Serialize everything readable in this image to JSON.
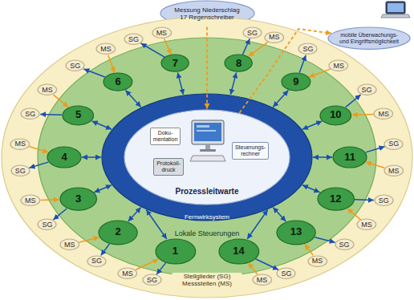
{
  "diagram": {
    "nodes": [
      {
        "text": [
          "Messung Niederschlag 17 Regenschreiber"
        ]
      },
      {
        "text": [
          "mobile Überwachungs- und Eingriffsmöglichkeit"
        ]
      },
      {
        "text": [
          "Stellglieder (SG) Messstellen (MS)"
        ]
      },
      {
        "text": [
          "Lokale Steuerungen"
        ],
        "in": 2
      },
      {
        "text": [
          "Fernwirksystem"
        ],
        "in": 3
      },
      {
        "text": [
          "Prozessleitwarte"
        ],
        "in": 4
      },
      {
        "text": [
          "Doku- mentation"
        ],
        "in": 5
      },
      {
        "text": [
          "Protokoll- druck"
        ],
        "in": 5
      },
      {
        "text": [
          "Steuerungs- rechner"
        ],
        "in": 5
      },
      {
        "text": [
          "1"
        ],
        "in": 3
      },
      {
        "text": [
          "2"
        ],
        "in": 3
      },
      {
        "text": [
          "3"
        ],
        "in": 3
      },
      {
        "text": [
          "4"
        ],
        "in": 3
      },
      {
        "text": [
          "5"
        ],
        "in": 3
      },
      {
        "text": [
          "6"
        ],
        "in": 3
      },
      {
        "text": [
          "7"
        ],
        "in": 3
      },
      {
        "text": [
          "8"
        ],
        "in": 3
      },
      {
        "text": [
          "9"
        ],
        "in": 3
      },
      {
        "text": [
          "10"
        ],
        "in": 3
      },
      {
        "text": [
          "11"
        ],
        "in": 3
      },
      {
        "text": [
          "12"
        ],
        "in": 3
      },
      {
        "text": [
          "13"
        ],
        "in": 3
      },
      {
        "text": [
          "14"
        ],
        "in": 3
      },
      {
        "text": [
          "SG"
        ],
        "in": 2
      },
      {
        "text": [
          "MS"
        ],
        "in": 2
      },
      {
        "text": [
          "SG"
        ],
        "in": 2
      },
      {
        "text": [
          "MS"
        ],
        "in": 2
      },
      {
        "text": [
          "SG"
        ],
        "in": 2
      },
      {
        "text": [
          "MS"
        ],
        "in": 2
      },
      {
        "text": [
          "SG"
        ],
        "in": 2
      },
      {
        "text": [
          "MS"
        ],
        "in": 2
      },
      {
        "text": [
          "SG"
        ],
        "in": 2
      },
      {
        "text": [
          "MS"
        ],
        "in": 2
      },
      {
        "text": [
          "SG"
        ],
        "in": 2
      },
      {
        "text": [
          "MS"
        ],
        "in": 2
      },
      {
        "text": [
          "SG"
        ],
        "in": 2
      },
      {
        "text": [
          "MS"
        ],
        "in": 2
      },
      {
        "text": [
          "SG"
        ],
        "in": 2
      },
      {
        "text": [
          "MS"
        ],
        "in": 2
      },
      {
        "text": [
          "SG"
        ],
        "in": 2
      },
      {
        "text": [
          "MS"
        ],
        "in": 2
      },
      {
        "text": [
          "SG"
        ],
        "in": 2
      },
      {
        "text": [
          "MS"
        ],
        "in": 2
      },
      {
        "text": [
          "SG"
        ],
        "in": 2
      },
      {
        "text": [
          "MS"
        ],
        "in": 2
      },
      {
        "text": [
          "SG"
        ],
        "in": 2
      },
      {
        "text": [
          "MS"
        ],
        "in": 2
      },
      {
        "text": [
          "SG"
        ],
        "in": 2
      },
      {
        "text": [
          "MS"
        ],
        "in": 2
      },
      {
        "text": [
          "SG"
        ],
        "in": 2
      },
      {
        "text": [
          "MS"
        ],
        "in": 2
      }
    ],
    "edges": [
      {
        "from": 0,
        "to": 5,
        "arrow": "to"
      },
      {
        "from": 5,
        "to": 1,
        "arrow": "to"
      },
      {
        "from": 9,
        "to": 4,
        "arrow": "both"
      },
      {
        "from": 10,
        "to": 4,
        "arrow": "both"
      },
      {
        "from": 11,
        "to": 4,
        "arrow": "both"
      },
      {
        "from": 12,
        "to": 4,
        "arrow": "both"
      },
      {
        "from": 13,
        "to": 4,
        "arrow": "both"
      },
      {
        "from": 14,
        "to": 4,
        "arrow": "both"
      },
      {
        "from": 15,
        "to": 4,
        "arrow": "both"
      },
      {
        "from": 16,
        "to": 4,
        "arrow": "both"
      },
      {
        "from": 17,
        "to": 4,
        "arrow": "both"
      },
      {
        "from": 18,
        "to": 4,
        "arrow": "both"
      },
      {
        "from": 19,
        "to": 4,
        "arrow": "both"
      },
      {
        "from": 20,
        "to": 4,
        "arrow": "both"
      },
      {
        "from": 21,
        "to": 4,
        "arrow": "both"
      },
      {
        "from": 22,
        "to": 4,
        "arrow": "both"
      },
      {
        "from": 9,
        "to": 23,
        "arrow": "to"
      },
      {
        "from": 24,
        "to": 9,
        "arrow": "to"
      },
      {
        "from": 10,
        "to": 25,
        "arrow": "to"
      },
      {
        "from": 26,
        "to": 10,
        "arrow": "to"
      },
      {
        "from": 11,
        "to": 27,
        "arrow": "to"
      },
      {
        "from": 28,
        "to": 11,
        "arrow": "to"
      },
      {
        "from": 12,
        "to": 29,
        "arrow": "to"
      },
      {
        "from": 30,
        "to": 12,
        "arrow": "to"
      },
      {
        "from": 13,
        "to": 31,
        "arrow": "to"
      },
      {
        "from": 32,
        "to": 13,
        "arrow": "to"
      },
      {
        "from": 14,
        "to": 33,
        "arrow": "to"
      },
      {
        "from": 34,
        "to": 14,
        "arrow": "to"
      },
      {
        "from": 15,
        "to": 35,
        "arrow": "to"
      },
      {
        "from": 36,
        "to": 15,
        "arrow": "to"
      },
      {
        "from": 16,
        "to": 37,
        "arrow": "to"
      },
      {
        "from": 38,
        "to": 16,
        "arrow": "to"
      },
      {
        "from": 17,
        "to": 39,
        "arrow": "to"
      },
      {
        "from": 40,
        "to": 17,
        "arrow": "to"
      },
      {
        "from": 18,
        "to": 41,
        "arrow": "to"
      },
      {
        "from": 42,
        "to": 18,
        "arrow": "to"
      },
      {
        "from": 19,
        "to": 43,
        "arrow": "to"
      },
      {
        "from": 44,
        "to": 19,
        "arrow": "to"
      },
      {
        "from": 20,
        "to": 45,
        "arrow": "to"
      },
      {
        "from": 46,
        "to": 20,
        "arrow": "to"
      },
      {
        "from": 21,
        "to": 47,
        "arrow": "to"
      },
      {
        "from": 48,
        "to": 21,
        "arrow": "to"
      },
      {
        "from": 22,
        "to": 49,
        "arrow": "to"
      },
      {
        "from": 50,
        "to": 22,
        "arrow": "to"
      }
    ]
  }
}
